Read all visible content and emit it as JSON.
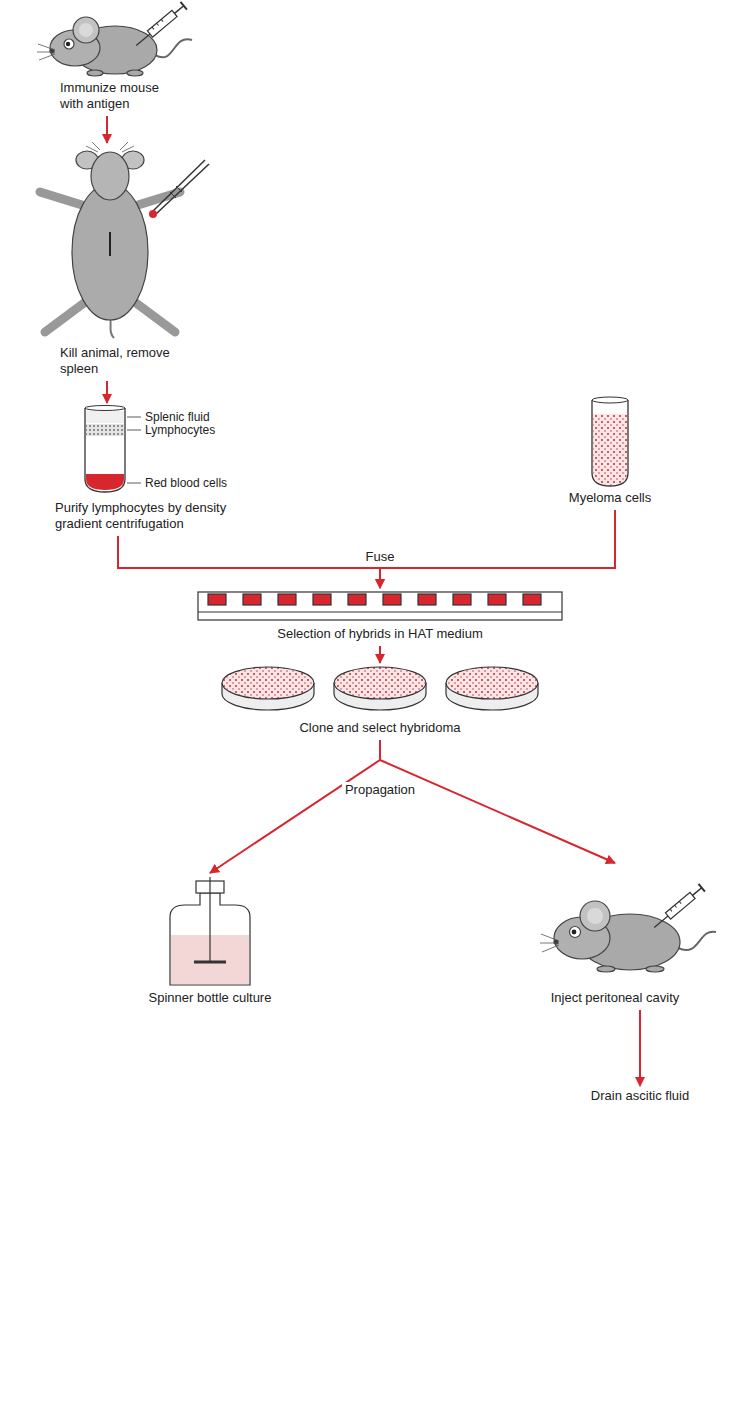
{
  "diagram": {
    "nodes": [
      {
        "text": [
          "Immunize mouse with antigen"
        ]
      },
      {
        "text": [
          "Kill animal, remove spleen"
        ]
      },
      {
        "text": [
          "Purify lymphocytes by density gradient centrifugation"
        ]
      },
      {
        "text": [
          "Myeloma cells"
        ]
      },
      {
        "text": [
          "Selection of hybrids in HAT medium"
        ]
      },
      {
        "text": [
          "Clone and select hybridoma"
        ]
      },
      {
        "text": [
          "Spinner bottle culture"
        ]
      },
      {
        "text": [
          "Inject peritoneal cavity"
        ]
      },
      {
        "text": [
          "Drain ascitic fluid"
        ]
      }
    ],
    "edges": [
      {
        "from": 0,
        "to": 1,
        "arrow": "to"
      },
      {
        "from": 1,
        "to": 2,
        "arrow": "to"
      },
      {
        "from": 2,
        "to": 4,
        "label": "Fuse",
        "arrow": "to"
      },
      {
        "from": 3,
        "to": 4,
        "arrow": "to"
      },
      {
        "from": 4,
        "to": 5,
        "arrow": "to"
      },
      {
        "from": 5,
        "to": 6,
        "label": "Propagation",
        "arrow": "to"
      },
      {
        "from": 5,
        "to": 7,
        "arrow": "to"
      },
      {
        "from": 7,
        "to": 8,
        "arrow": "to"
      }
    ],
    "labels": [
      "Splenic fluid",
      "Lymphocytes",
      "Red blood cells"
    ]
  }
}
